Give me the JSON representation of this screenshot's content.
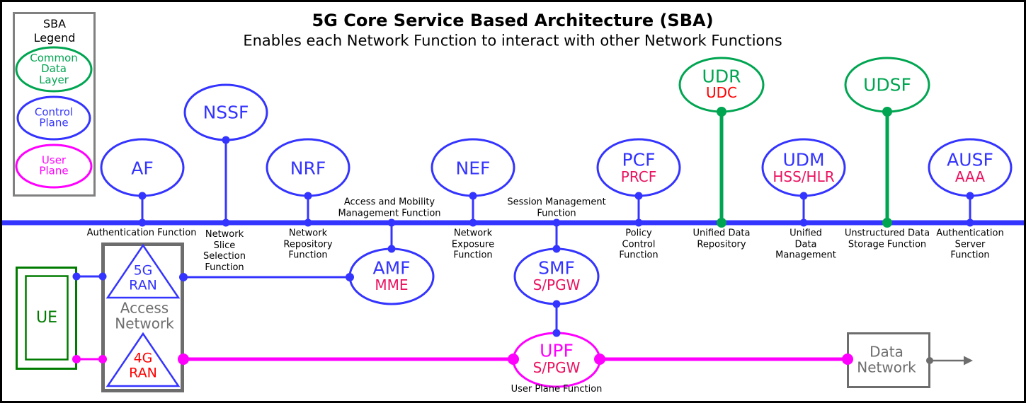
{
  "header": {
    "title": "5G Core Service Based Architecture (SBA)",
    "subtitle": "Enables each Network Function to interact with other Network Functions"
  },
  "legend": {
    "title": "SBA\nLegend",
    "items": [
      {
        "label": "Common\nData\nLayer",
        "type": "common-data-layer",
        "color": "#00A551"
      },
      {
        "label": "Control\nPlane",
        "type": "control-plane",
        "color": "#3434FF"
      },
      {
        "label": "User\nPlane",
        "type": "user-plane",
        "color": "#FF00FF"
      }
    ]
  },
  "bus_nodes": [
    {
      "id": "af",
      "label": "AF",
      "type": "control-plane",
      "description": "Authentication Function"
    },
    {
      "id": "nssf",
      "label": "NSSF",
      "type": "control-plane",
      "description": "Network\nSlice\nSelection\nFunction"
    },
    {
      "id": "nrf",
      "label": "NRF",
      "type": "control-plane",
      "description": "Network\nRepository\nFunction"
    },
    {
      "id": "amf",
      "label": "AMF",
      "sublabel": "MME",
      "type": "control-plane",
      "description": "Access and Mobility\nManagement Function"
    },
    {
      "id": "nef",
      "label": "NEF",
      "type": "control-plane",
      "description": "Network\nExposure\nFunction"
    },
    {
      "id": "smf",
      "label": "SMF",
      "sublabel": "S/PGW",
      "type": "control-plane",
      "description": "Session Management\nFunction"
    },
    {
      "id": "pcf",
      "label": "PCF",
      "sublabel": "PRCF",
      "type": "control-plane",
      "description": "Policy\nControl\nFunction"
    },
    {
      "id": "udr",
      "label": "UDR",
      "sublabel": "UDC",
      "type": "common-data-layer",
      "description": "Unified Data\nRepository"
    },
    {
      "id": "udm",
      "label": "UDM",
      "sublabel": "HSS/HLR",
      "type": "control-plane",
      "description": "Unified\nData\nManagement"
    },
    {
      "id": "udsf",
      "label": "UDSF",
      "type": "common-data-layer",
      "description": "Unstructured Data\nStorage Function"
    },
    {
      "id": "ausf",
      "label": "AUSF",
      "sublabel": "AAA",
      "type": "control-plane",
      "description": "Authentication\nServer\nFunction"
    }
  ],
  "user_plane_node": {
    "id": "upf",
    "label": "UPF",
    "sublabel": "S/PGW",
    "type": "user-plane",
    "description": "User Plane Function"
  },
  "access_side": {
    "ue_label": "UE",
    "access_network_label": "Access\nNetwork",
    "ran_5g_label": "5G\nRAN",
    "ran_4g_label": "4G\nRAN"
  },
  "data_network": {
    "label": "Data\nNetwork"
  },
  "colors": {
    "control_plane_blue": "#3434FF",
    "common_data_green": "#00A551",
    "user_plane_magenta": "#FF00FF",
    "legacy_pink": "#EB1260",
    "legacy_red": "#FF0000",
    "box_gray": "#6D6D6D",
    "ue_green": "#007B00",
    "black": "#000000"
  }
}
